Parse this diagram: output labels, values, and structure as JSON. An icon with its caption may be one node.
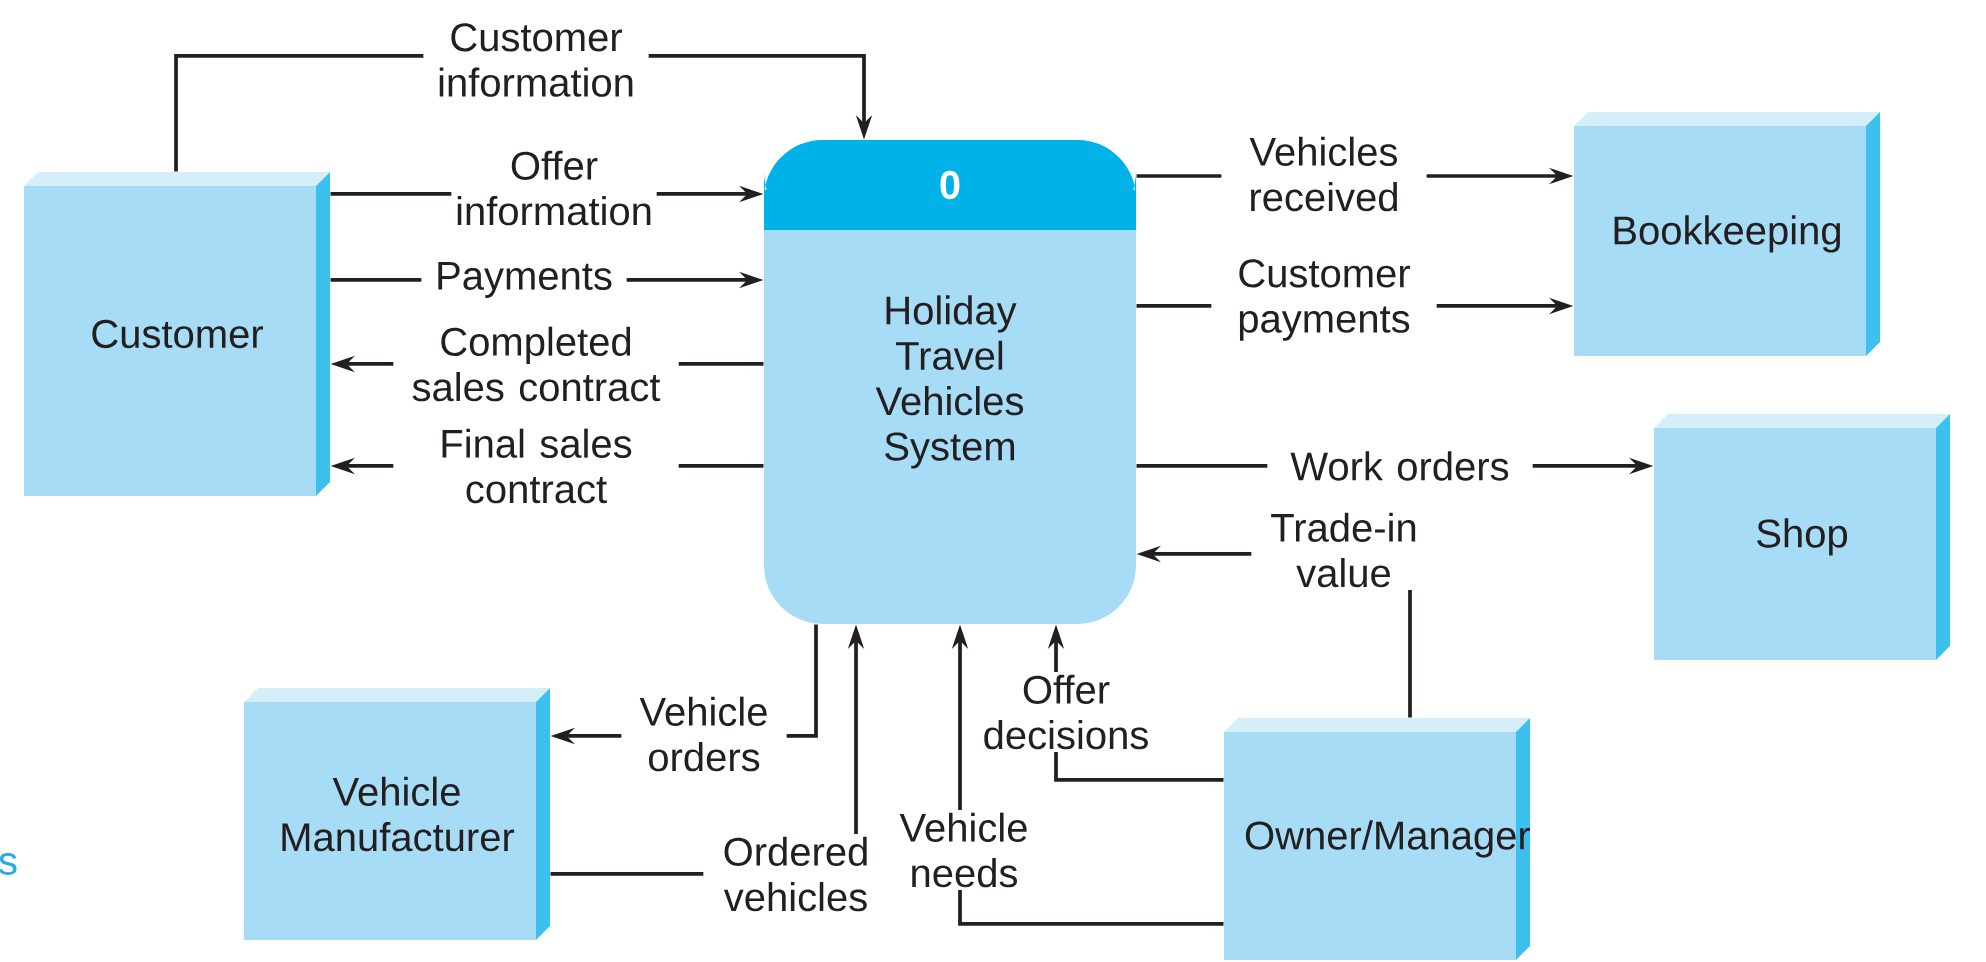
{
  "diagram": {
    "nodes": [
      {
        "text": [
          "Customer"
        ]
      },
      {
        "text": [
          "0",
          "Holiday Travel Vehicles System"
        ]
      },
      {
        "text": [
          "Bookkeeping"
        ]
      },
      {
        "text": [
          "Shop"
        ]
      },
      {
        "text": [
          "Vehicle Manufacturer"
        ]
      },
      {
        "text": [
          "Owner/Manager"
        ]
      }
    ],
    "edges": [
      {
        "from": 0,
        "to": 1,
        "arrow": "to",
        "label": "Customer information"
      },
      {
        "from": 0,
        "to": 1,
        "arrow": "to",
        "label": "Offer information"
      },
      {
        "from": 0,
        "to": 1,
        "arrow": "to",
        "label": "Payments"
      },
      {
        "from": 1,
        "to": 0,
        "arrow": "to",
        "label": "Completed sales contract"
      },
      {
        "from": 1,
        "to": 0,
        "arrow": "to",
        "label": "Final sales contract"
      },
      {
        "from": 1,
        "to": 2,
        "arrow": "to",
        "label": "Vehicles received"
      },
      {
        "from": 1,
        "to": 2,
        "arrow": "to",
        "label": "Customer payments"
      },
      {
        "from": 1,
        "to": 3,
        "arrow": "to",
        "label": "Work orders"
      },
      {
        "from": 5,
        "to": 1,
        "arrow": "to",
        "label": "Trade-in value"
      },
      {
        "from": 1,
        "to": 4,
        "arrow": "to",
        "label": "Vehicle orders"
      },
      {
        "from": 4,
        "to": 1,
        "arrow": "to",
        "label": "Ordered vehicles"
      },
      {
        "from": 5,
        "to": 1,
        "arrow": "to",
        "label": "Vehicle needs"
      },
      {
        "from": 5,
        "to": 1,
        "arrow": "to",
        "label": "Offer decisions"
      }
    ],
    "labels": [
      "s"
    ]
  }
}
